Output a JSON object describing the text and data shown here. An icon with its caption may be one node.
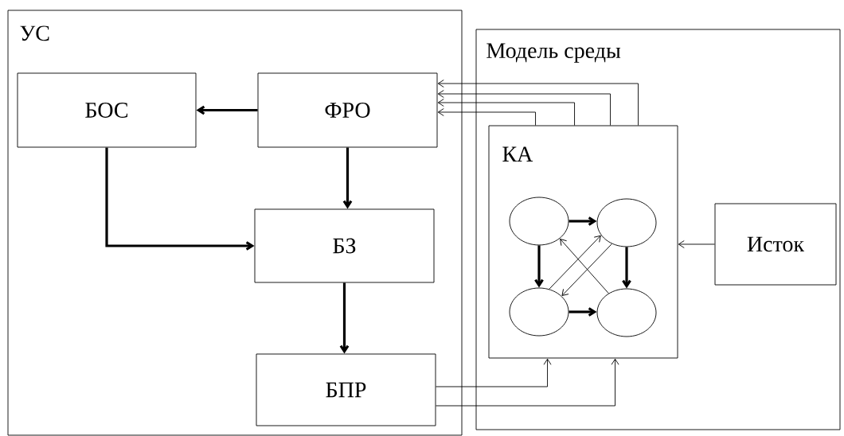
{
  "diagram": {
    "nodes": [
      {
        "text": [
          "УС"
        ]
      },
      {
        "text": [
          "Модель среды"
        ]
      },
      {
        "text": [
          "БОС"
        ],
        "in": 0
      },
      {
        "text": [
          "ФРО"
        ],
        "in": 0
      },
      {
        "text": [
          "БЗ"
        ],
        "in": 0
      },
      {
        "text": [
          "БПР"
        ],
        "in": 0
      },
      {
        "text": [
          "КА"
        ],
        "in": 1
      },
      {
        "text": [],
        "shape": "circle",
        "in": 6
      },
      {
        "text": [],
        "shape": "circle",
        "in": 6
      },
      {
        "text": [],
        "shape": "circle",
        "in": 6
      },
      {
        "text": [],
        "shape": "circle",
        "in": 6
      },
      {
        "text": [
          "Исток"
        ],
        "in": 1
      }
    ],
    "edges": [
      {
        "from": 3,
        "to": 2,
        "arrow": "to",
        "style": "thick"
      },
      {
        "from": 3,
        "to": 4,
        "arrow": "to",
        "style": "thick"
      },
      {
        "from": 2,
        "to": 4,
        "arrow": "to",
        "style": "thick"
      },
      {
        "from": 4,
        "to": 5,
        "arrow": "to",
        "style": "thick"
      },
      {
        "from": 6,
        "to": 3,
        "arrow": "to"
      },
      {
        "from": 6,
        "to": 3,
        "arrow": "to"
      },
      {
        "from": 6,
        "to": 3,
        "arrow": "to"
      },
      {
        "from": 6,
        "to": 3,
        "arrow": "to"
      },
      {
        "from": 5,
        "to": 6,
        "arrow": "to"
      },
      {
        "from": 5,
        "to": 6,
        "arrow": "to"
      },
      {
        "from": 11,
        "to": 6,
        "arrow": "to"
      },
      {
        "from": 7,
        "to": 8,
        "arrow": "to",
        "style": "thick"
      },
      {
        "from": 7,
        "to": 9,
        "arrow": "to",
        "style": "thick"
      },
      {
        "from": 8,
        "to": 10,
        "arrow": "to",
        "style": "thick"
      },
      {
        "from": 9,
        "to": 10,
        "arrow": "to",
        "style": "thick"
      },
      {
        "from": 9,
        "to": 8,
        "arrow": "to"
      },
      {
        "from": 8,
        "to": 9,
        "arrow": "to"
      },
      {
        "from": 10,
        "to": 7,
        "arrow": "to"
      }
    ]
  }
}
